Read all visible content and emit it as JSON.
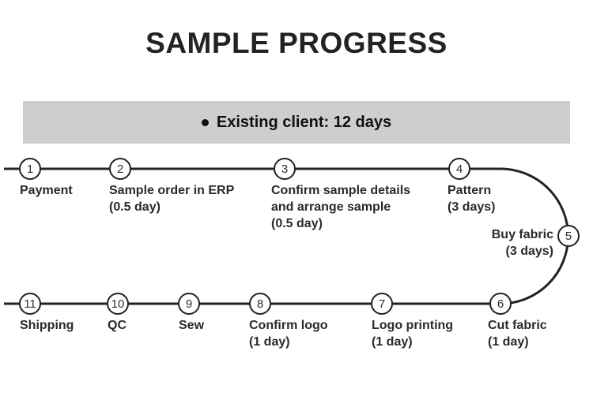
{
  "title": "SAMPLE PROGRESS",
  "banner": {
    "label": "Existing client: 12 days"
  },
  "colors": {
    "banner_bg": "#cecece",
    "line_color": "#232323",
    "title_color": "#232323",
    "text_color": "#2a2a2a"
  },
  "diagram": {
    "nodes": [
      {
        "num": "1",
        "lines": [
          "Payment"
        ]
      },
      {
        "num": "2",
        "lines": [
          "Sample order in ERP",
          "(0.5 day)"
        ]
      },
      {
        "num": "3",
        "lines": [
          "Confirm sample details",
          "and arrange sample",
          "(0.5 day)"
        ]
      },
      {
        "num": "4",
        "lines": [
          "Pattern",
          "(3 days)"
        ]
      },
      {
        "num": "5",
        "lines": [
          "Buy fabric",
          "(3 days)"
        ]
      },
      {
        "num": "6",
        "lines": [
          "Cut fabric",
          "(1 day)"
        ]
      },
      {
        "num": "7",
        "lines": [
          "Logo printing",
          "(1 day)"
        ]
      },
      {
        "num": "8",
        "lines": [
          "Confirm logo",
          "(1 day)"
        ]
      },
      {
        "num": "9",
        "lines": [
          "Sew"
        ]
      },
      {
        "num": "10",
        "lines": [
          "QC"
        ]
      },
      {
        "num": "11",
        "lines": [
          "Shipping"
        ]
      }
    ]
  }
}
